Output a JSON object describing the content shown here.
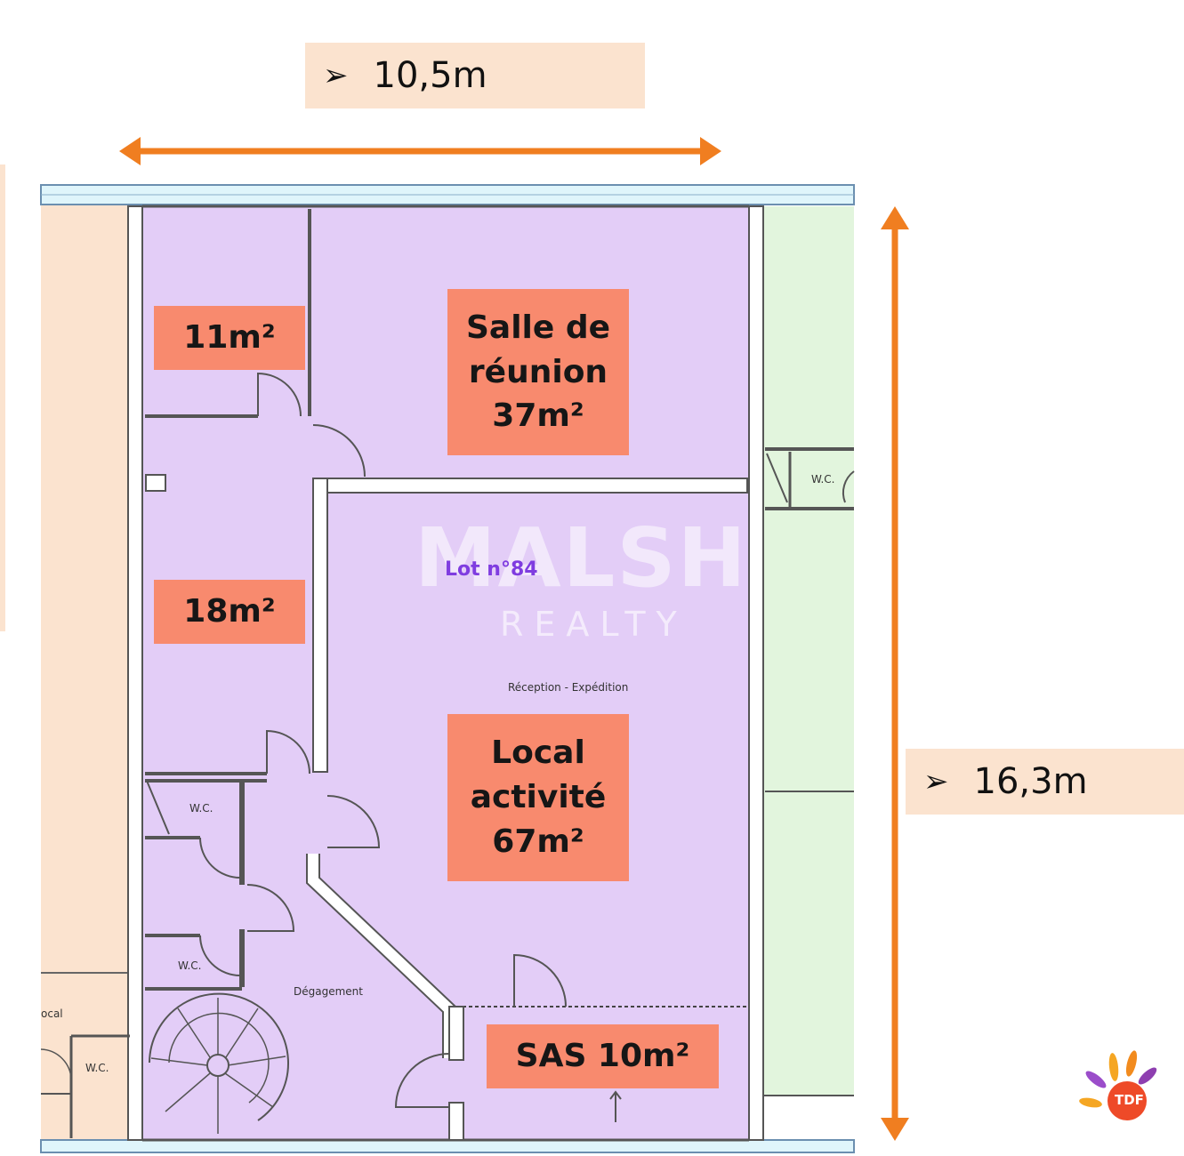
{
  "dimensions": {
    "width_label": "10,5m",
    "height_label": "16,3m",
    "bullet_icon": "arrowhead-bullet-icon"
  },
  "rooms": {
    "office_small": "11m²",
    "office_medium": "18m²",
    "meeting_room": [
      "Salle de",
      "réunion",
      "37m²"
    ],
    "activity_room": [
      "Local",
      "activité",
      "67m²"
    ],
    "sas": "SAS 10m²"
  },
  "plan_labels": {
    "lot": "Lot n°84",
    "reception": "Réception - Expédition",
    "degagement": "Dégagement",
    "wc_upper": "W.C.",
    "wc_lower": "W.C.",
    "wc_right": "W.C.",
    "wc_left": "W.C.",
    "local_partial": "ocal"
  },
  "watermark": {
    "brand": "MALSH",
    "sub": "REALTY"
  },
  "logo": {
    "text": "TDF",
    "icon": "tdf-logo-icon"
  },
  "colors": {
    "arrow": "#f07e20",
    "room_fill": "#e3cdf7",
    "label_fill": "#f88a6e",
    "dim_box_fill": "#fbe3cf",
    "neighbor_left": "#fbe3cf",
    "neighbor_right": "#e2f5dd",
    "lot_text": "#7f3ce0"
  }
}
